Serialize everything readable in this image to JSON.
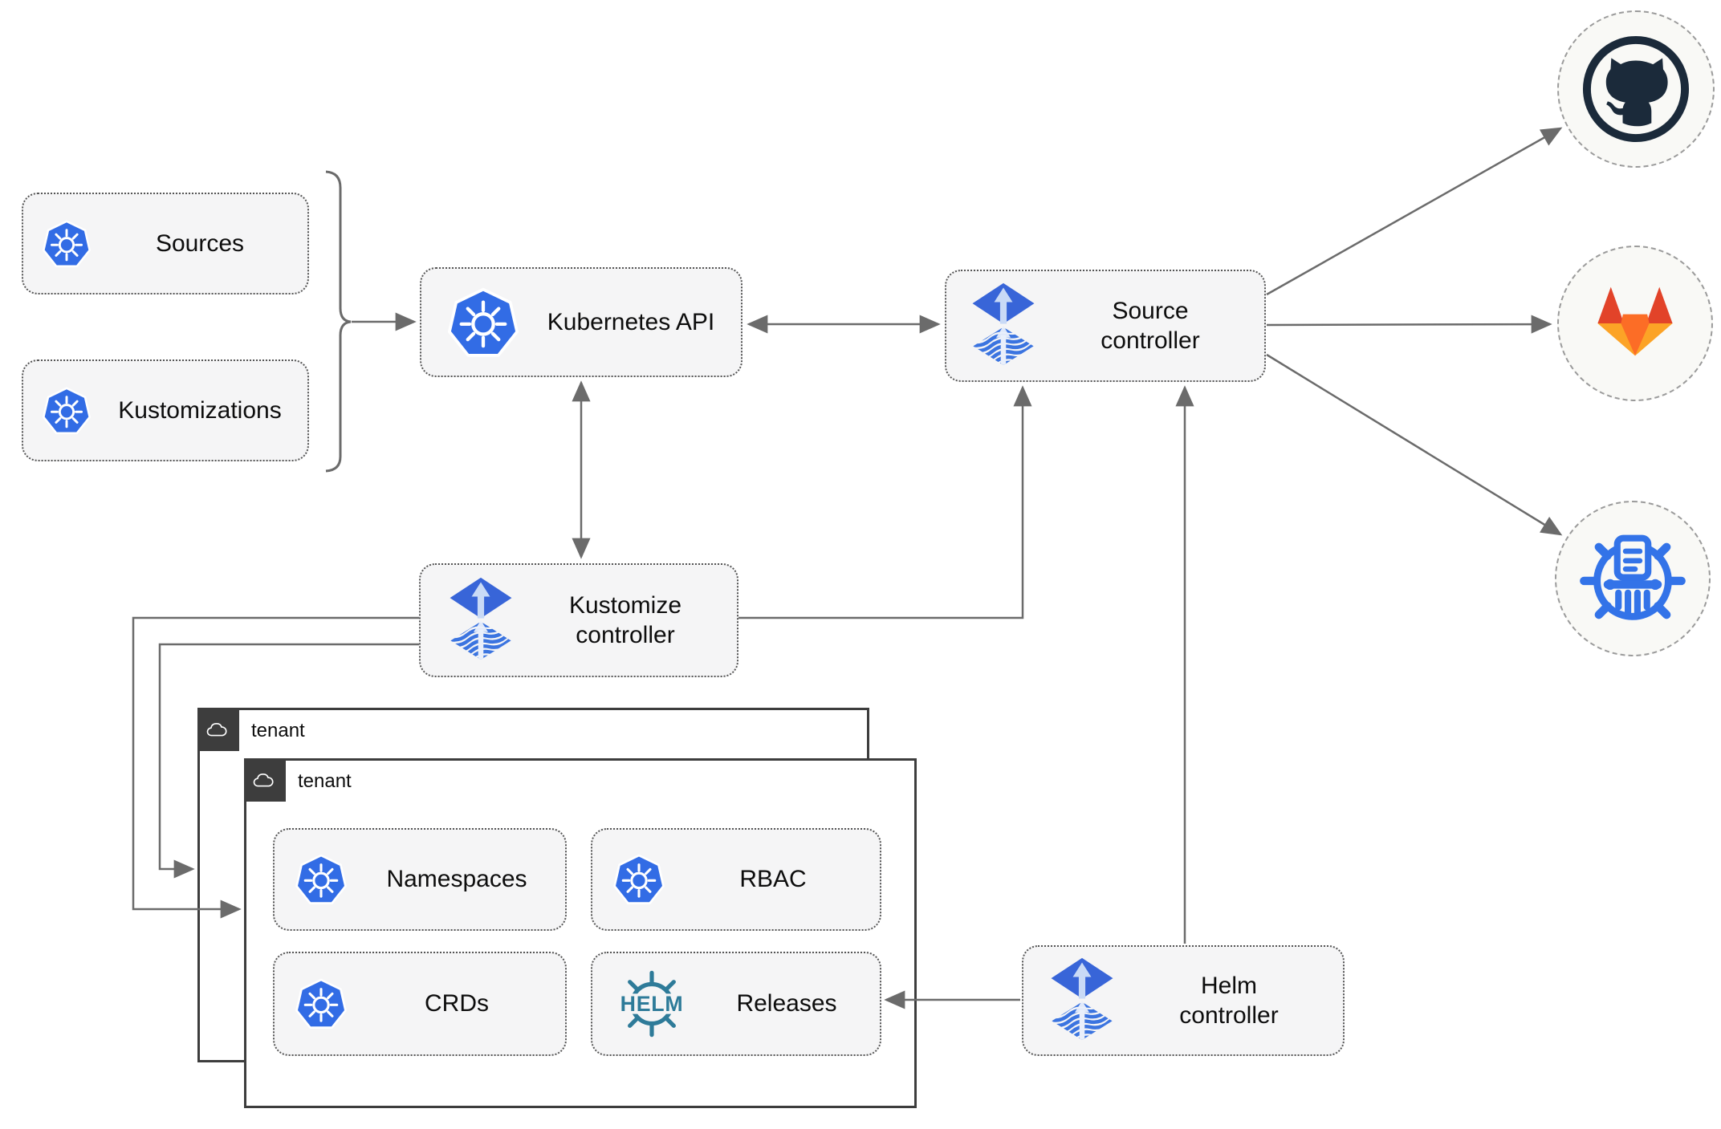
{
  "diagram": {
    "nodes": {
      "sources": "Sources",
      "kustomizations": "Kustomizations",
      "kubernetes_api": "Kubernetes API",
      "source_controller": "Source controller",
      "kustomize_controller": "Kustomize controller",
      "helm_controller": "Helm controller",
      "namespaces": "Namespaces",
      "rbac": "RBAC",
      "crds": "CRDs",
      "releases": "Releases"
    },
    "groups": {
      "tenant_outer": "tenant",
      "tenant_inner": "tenant"
    },
    "logos": {
      "helm_text": "HELM",
      "kubernetes": "kubernetes-wheel",
      "flux": "flux-diamond-arrow",
      "cloud": "cloud-outline",
      "github": "github-octocat",
      "gitlab": "gitlab-tanuki",
      "harbor": "harbor-registry"
    },
    "colors": {
      "kubernetes_blue": "#326ce5",
      "flux_blue": "#3865d8",
      "flux_stripe_blue": "#3b74e0",
      "helm_teal": "#2e7b99",
      "github_dark": "#1b2a3a",
      "gitlab_red": "#e24329",
      "gitlab_orange": "#fc6d26",
      "gitlab_amber": "#fca326",
      "harbor_blue": "#3373e8",
      "arrow_gray": "#6b6b6b",
      "node_background": "#f5f5f6",
      "tenant_border": "#3d3d3d"
    }
  }
}
